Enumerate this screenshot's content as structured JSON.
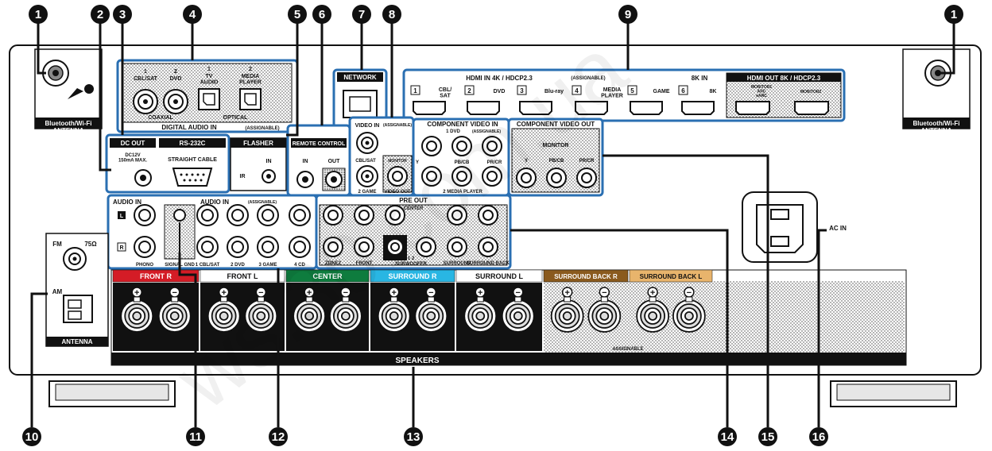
{
  "callouts": [
    "1",
    "2",
    "3",
    "4",
    "5",
    "6",
    "7",
    "8",
    "9",
    "1",
    "10",
    "11",
    "12",
    "13",
    "14",
    "15",
    "16"
  ],
  "antenna": {
    "left_label": "Bluetooth/Wi-Fi\nANTENNA",
    "right_label": "Bluetooth/Wi-Fi\nANTENNA"
  },
  "digital_audio": {
    "title": "DIGITAL AUDIO IN",
    "assignable": "(ASSIGNABLE)",
    "coaxial": "COAXIAL",
    "optical": "OPTICAL",
    "inputs": [
      {
        "num": "1",
        "name": "CBL/SAT"
      },
      {
        "num": "2",
        "name": "DVD"
      },
      {
        "num": "1",
        "name": "TV\nAUDIO"
      },
      {
        "num": "2",
        "name": "MEDIA\nPLAYER"
      }
    ]
  },
  "network": "NETWORK",
  "hdmi": {
    "in_title": "HDMI IN 4K / HDCP2.3",
    "assignable": "(ASSIGNABLE)",
    "in_8k_title": "8K IN",
    "out_title": "HDMI OUT 8K / HDCP2.3",
    "inputs": [
      {
        "num": "1",
        "name": "CBL/\nSAT"
      },
      {
        "num": "2",
        "name": "DVD"
      },
      {
        "num": "3",
        "name": "Blu-ray"
      },
      {
        "num": "4",
        "name": "MEDIA\nPLAYER"
      },
      {
        "num": "5",
        "name": "GAME"
      },
      {
        "num": "6",
        "name": "8K"
      }
    ],
    "monitor1": "MONITOR1\nARC\neARC",
    "monitor2": "MONITOR2"
  },
  "dc_out": {
    "title": "DC OUT",
    "spec": "DC12V\n150mA MAX."
  },
  "rs232c": {
    "title": "RS-232C",
    "cable": "STRAIGHT CABLE"
  },
  "flasher": {
    "title": "FLASHER",
    "in": "IN",
    "ir": "IR"
  },
  "remote": {
    "title": "REMOTE CONTROL",
    "in": "IN",
    "out": "OUT"
  },
  "video_in": {
    "title": "VIDEO IN",
    "assignable": "(ASSIGNABLE)",
    "cbl": "CBL/SAT",
    "game": "2 GAME",
    "monitor": "MONITOR",
    "video_out": "VIDEO OUT"
  },
  "component_in": {
    "title": "COMPONENT VIDEO IN",
    "sub": "1 DVD",
    "assignable": "(ASSIGNABLE)",
    "y": "Y",
    "pb": "PB/CB",
    "pr": "PR/CR",
    "player": "2 MEDIA PLAYER"
  },
  "component_out": {
    "title": "COMPONENT VIDEO OUT",
    "monitor": "MONITOR",
    "y": "Y",
    "pb": "PB/CB",
    "pr": "PR/CR"
  },
  "audio_in": {
    "title": "AUDIO IN",
    "assignable_title": "AUDIO IN",
    "assignable": "(ASSIGNABLE)",
    "l": "L",
    "r": "R",
    "phono": "PHONO",
    "signal_gnd": "SIGNAL GND",
    "inputs": [
      "1 CBL/SAT",
      "2 DVD",
      "3 GAME",
      "4 CD"
    ]
  },
  "pre_out": {
    "title": "PRE OUT",
    "center": "CENTER",
    "zone2": "ZONE2",
    "front": "FRONT",
    "subwoofer": "SUBWOOFER",
    "sub_nums": "1   2",
    "surround": "SURROUND",
    "surround_back": "SURROUND BACK"
  },
  "ac_in": "AC IN",
  "fm_am": {
    "fm": "FM",
    "ohm": "75Ω",
    "am": "AM",
    "antenna": "ANTENNA"
  },
  "speakers": {
    "label": "SPEAKERS",
    "assignable": "ASSIGNABLE",
    "channels": [
      {
        "name": "FRONT R",
        "color": "#d41c26"
      },
      {
        "name": "FRONT L",
        "color": "#ffffff"
      },
      {
        "name": "CENTER",
        "color": "#0e7c3e"
      },
      {
        "name": "SURROUND R",
        "color": "#29b6e3"
      },
      {
        "name": "SURROUND L",
        "color": "#ffffff"
      },
      {
        "name": "SURROUND BACK R",
        "color": "#8a5a1e"
      },
      {
        "name": "SURROUND BACK L",
        "color": "#e8b46c"
      }
    ]
  },
  "watermark": "ws.30.com.ua",
  "colors": {
    "highlight": "#2a6fb2",
    "black": "#1a1a1a"
  }
}
